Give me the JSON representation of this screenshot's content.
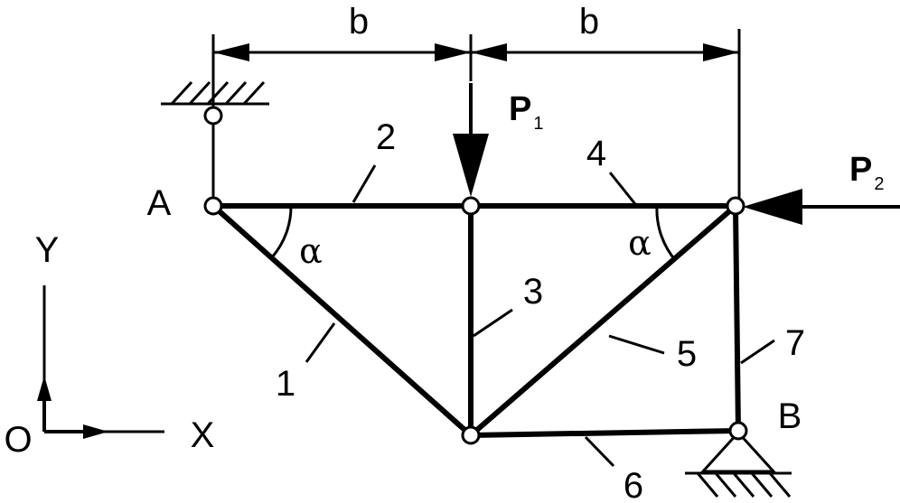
{
  "dimensions": {
    "left_span": "b",
    "right_span": "b"
  },
  "loads": {
    "p1": {
      "letter": "P",
      "subscript": "1"
    },
    "p2": {
      "letter": "P",
      "subscript": "2"
    }
  },
  "nodes": {
    "a": "A",
    "b": "B"
  },
  "members": [
    "1",
    "2",
    "3",
    "4",
    "5",
    "6",
    "7"
  ],
  "angles": {
    "left": "α",
    "right": "α"
  },
  "axes": {
    "x": "X",
    "y": "Y",
    "origin": "O"
  },
  "colors": {
    "ink": "#000000",
    "background": "#ffffff"
  }
}
